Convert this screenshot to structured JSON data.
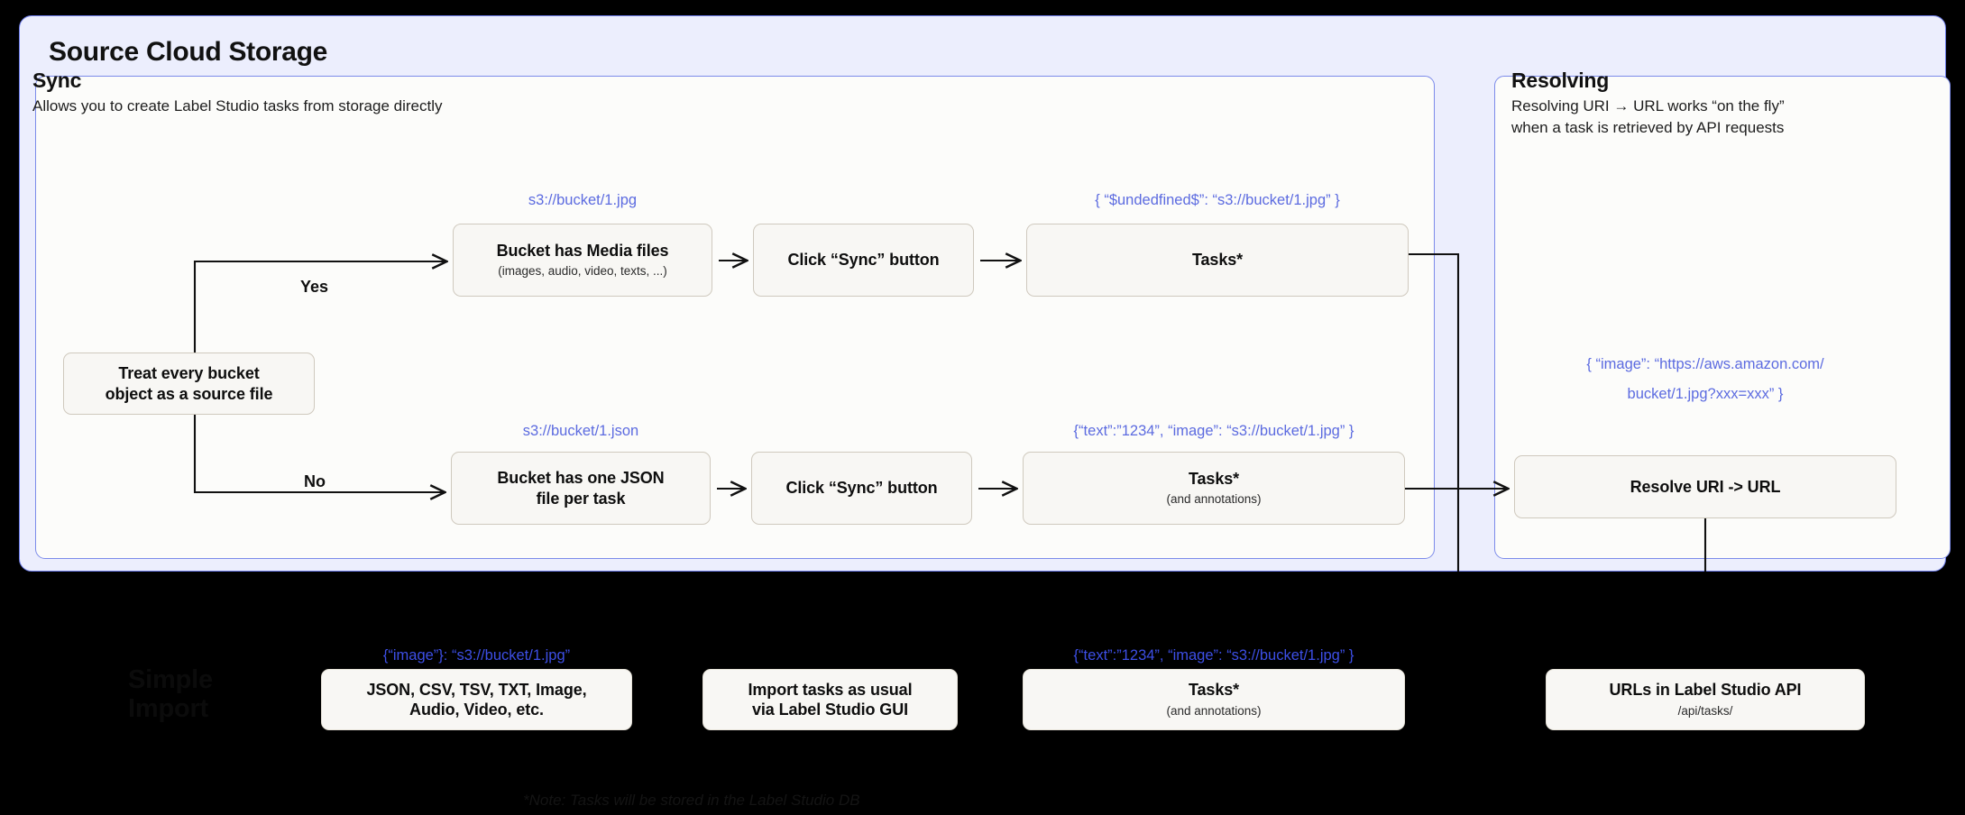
{
  "diagram": {
    "title": "Source Cloud Storage",
    "note": "*Note: Tasks will be stored in the Label Studio DB"
  },
  "sync_panel": {
    "title": "Sync",
    "subtitle": "Allows you to create Label Studio tasks from storage directly",
    "decision": {
      "line1": "Treat every bucket",
      "line2": "object as a source file"
    },
    "branch_yes": "Yes",
    "branch_no": "No",
    "top_row": {
      "uri_caption": "s3://bucket/1.jpg",
      "bucket_title": "Bucket has Media files",
      "bucket_sub": "(images, audio, video, texts, ...)",
      "sync_button": "Click “Sync” button",
      "tasks_caption": "{ “$undedfined$”: “s3://bucket/1.jpg” }",
      "tasks_title": "Tasks*"
    },
    "bottom_row": {
      "uri_caption": "s3://bucket/1.json",
      "bucket_title_line1": "Bucket has one JSON",
      "bucket_title_line2": "file per task",
      "sync_button": "Click “Sync” button",
      "tasks_caption": "{“text”:”1234”,  “image”: “s3://bucket/1.jpg” }",
      "tasks_title": "Tasks*",
      "tasks_sub": "(and annotations)"
    }
  },
  "resolve_panel": {
    "title": "Resolving",
    "subtitle_line1": "Resolving URI → URL works “on the fly”",
    "subtitle_line2": "when a task is retrieved by API requests",
    "url_caption_line1": "{ “image”: “https://aws.amazon.com/",
    "url_caption_line2": "bucket/1.jpg?xxx=xxx” }",
    "resolve_box": "Resolve URI -> URL"
  },
  "import_section": {
    "ghost_line1": "Simple",
    "ghost_line2": "Import",
    "formats_caption": "{“image”}: “s3://bucket/1.jpg”",
    "formats_line1": "JSON, CSV, TSV, TXT, Image,",
    "formats_line2": "Audio, Video, etc.",
    "import_line1": "Import tasks as usual",
    "import_line2": "via Label Studio GUI",
    "tasks_caption": "{“text”:”1234”,  “image”: “s3://bucket/1.jpg” }",
    "tasks_title": "Tasks*",
    "tasks_sub": "(and annotations)",
    "api_title": "URLs in Label Studio API",
    "api_sub": "/api/tasks/"
  },
  "colors": {
    "panel_bg": "#ECEEFD",
    "panel_border": "#6C7BE8",
    "subpanel_bg": "#FCFCFA",
    "node_bg": "#F8F7F4",
    "node_border": "#CFC9BE",
    "caption_blue": "#5C6BE0",
    "background": "#000000"
  }
}
